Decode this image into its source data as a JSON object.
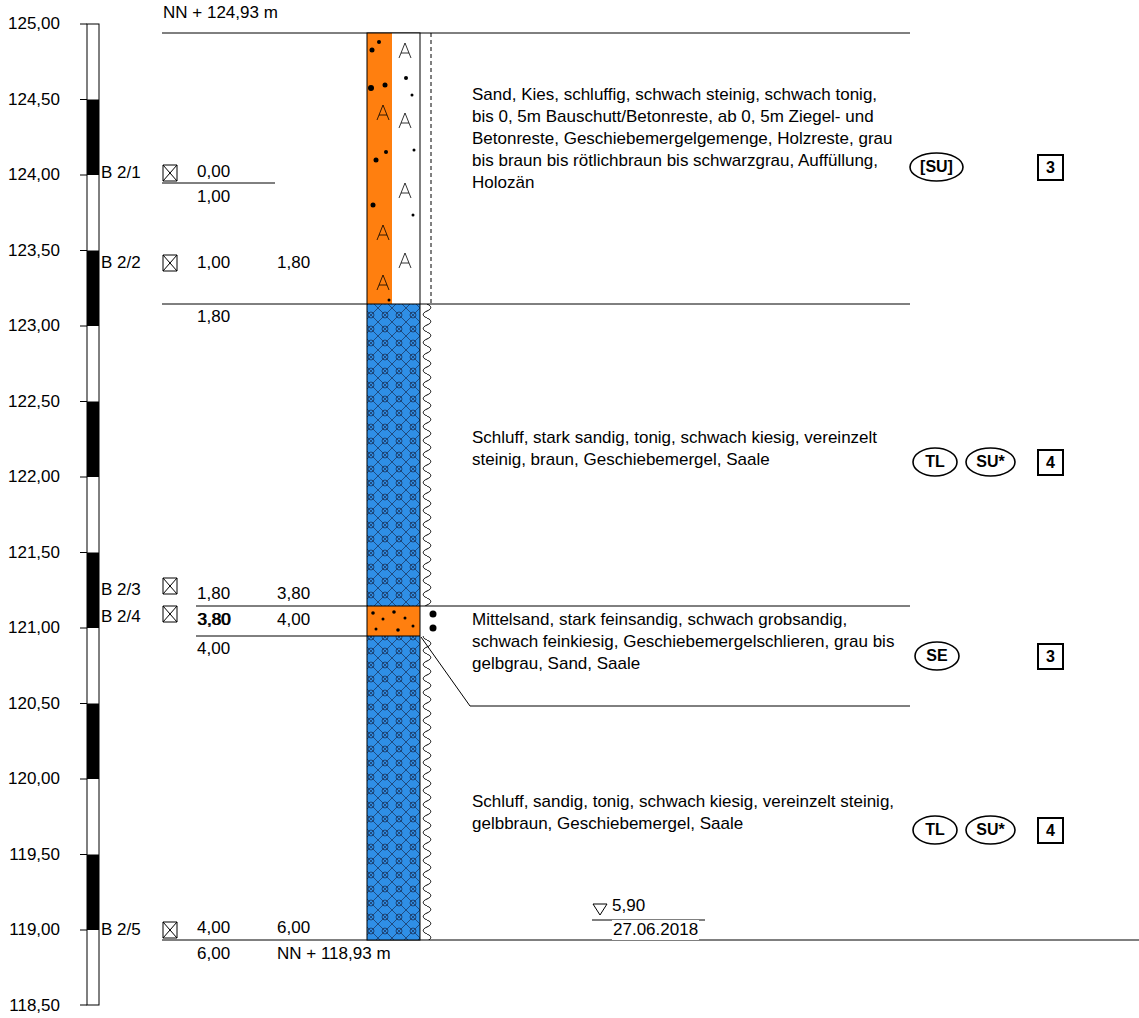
{
  "diagram": {
    "nodes": [
      {
        "text": [
          "[SU]"
        ]
      },
      {
        "text": [
          "3"
        ]
      },
      {
        "text": [
          "TL"
        ]
      },
      {
        "text": [
          "SU*"
        ]
      },
      {
        "text": [
          "4"
        ]
      },
      {
        "text": [
          "SE"
        ]
      },
      {
        "text": [
          "3"
        ]
      },
      {
        "text": [
          "TL"
        ]
      },
      {
        "text": [
          "SU*"
        ]
      },
      {
        "text": [
          "4"
        ]
      }
    ],
    "labels": [
      "125,00",
      "124,50",
      "124,00",
      "123,50",
      "123,00",
      "122,50",
      "122,00",
      "121,50",
      "121,00",
      "120,50",
      "120,00",
      "119,50",
      "119,00",
      "118,50",
      "NN + 124,93 m",
      "B 2/1",
      "0,00",
      "1,00",
      "B 2/2",
      "1,00",
      "1,80",
      "1,80",
      "B 2/3",
      "1,80",
      "3,80",
      "3,80",
      "B 2/4",
      "3,80",
      "4,00",
      "4,00",
      "B 2/5",
      "4,00",
      "6,00",
      "6,00",
      "NN + 118,93 m",
      "Sand, Kies, schluffig, schwach steinig, schwach tonig, bis 0, 5m Bauschutt/Betonreste, ab 0, 5m Ziegel- und Betonreste, Geschiebemergelgemenge, Holzreste, grau bis braun bis rötlichbraun bis schwarzgrau, Auffüllung, Holozän",
      "Schluff, stark sandig, tonig, schwach kiesig, vereinzelt steinig, braun, Geschiebemergel, Saale",
      "Mittelsand, stark feinsandig, schwach grobsandig, schwach feinkiesig, Geschiebemergelschlieren, grau bis gelbgrau, Sand, Saale",
      "Schluff, sandig, tonig, schwach kiesig, vereinzelt steinig, gelbbraun, Geschiebemergel, Saale",
      "5,90",
      "27.06.2018"
    ]
  }
}
